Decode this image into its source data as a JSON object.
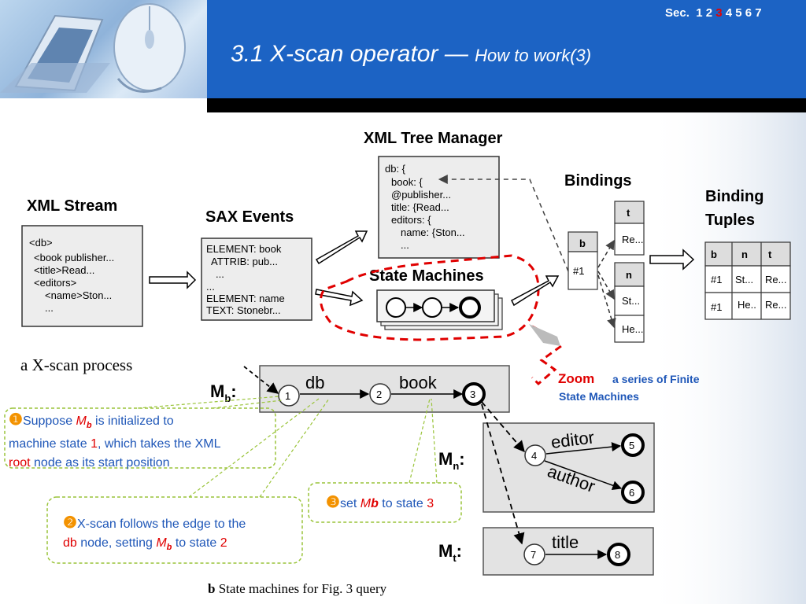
{
  "header": {
    "title_main": "3.1 X-scan operator —",
    "title_sub": "How to work(3)",
    "sec_prefix": "Sec.",
    "sec_before": "1 2",
    "sec_current": "3",
    "sec_after": "4 5 6 7"
  },
  "figure_a": {
    "stream_title": "XML Stream",
    "stream_lines": [
      "<db>",
      "<book publisher...",
      "<title>Read...",
      "<editors>",
      "<name>Ston...",
      "..."
    ],
    "sax_title": "SAX Events",
    "sax_lines": [
      "ELEMENT: book",
      "ATTRIB: pub...",
      "...",
      "...",
      "ELEMENT: name",
      "TEXT: Stonebr..."
    ],
    "tree_title": "XML Tree Manager",
    "tree_lines": [
      "db: {",
      "book: {",
      "@publisher...",
      "title: {Read...",
      "editors: {",
      "name: {Ston...",
      "..."
    ],
    "sm_title": "State Machines",
    "bindings_title": "Bindings",
    "bindings_b": [
      "b",
      "#1"
    ],
    "bindings_t": [
      "t",
      "Re..."
    ],
    "bindings_n": [
      "n",
      "St...",
      "He..."
    ],
    "tuples_title_1": "Binding",
    "tuples_title_2": "Tuples",
    "tuples_header": [
      "b",
      "n",
      "t"
    ],
    "tuples_rows": [
      [
        "#1",
        "St...",
        "Re..."
      ],
      [
        "#1",
        "He..",
        "Re..."
      ]
    ],
    "caption": "a X-scan process"
  },
  "zoom": {
    "word": "Zoom",
    "rest_1": "a series of Finite",
    "rest_2": "State Machines"
  },
  "figure_b": {
    "mb_label": "M",
    "mb_sub": "b",
    "mn_label": "M",
    "mn_sub": "n",
    "mt_label": "M",
    "mt_sub": "t",
    "edge_db": "db",
    "edge_book": "book",
    "edge_editor": "editor",
    "edge_author": "author",
    "edge_title": "title",
    "states": [
      "1",
      "2",
      "3",
      "4",
      "5",
      "6",
      "7",
      "8"
    ],
    "caption_bold": "b",
    "caption_rest": "State machines for Fig. 3 query"
  },
  "annotations": {
    "a1": {
      "num": "❶",
      "t1": "Suppose ",
      "m": "M",
      "msub": "b",
      "t2": " is initialized to",
      "t3": "machine state ",
      "v1": "1",
      "t4": ", which takes the XML",
      "root": "root",
      "t5": " node as its start position"
    },
    "a2": {
      "num": "❷",
      "t1": "X-scan follows the edge to the",
      "db": "db",
      "t2": " node, setting ",
      "m": "M",
      "msub": "b",
      "t3": " to state ",
      "v": "2"
    },
    "a3": {
      "num": "❸",
      "t1": "set ",
      "m": "M",
      "msub": "b",
      "t2": " to state ",
      "v": "3"
    }
  },
  "colors": {
    "header_blue": "#1c63c4",
    "highlight_red": "#e00000",
    "annotation_blue": "#1f57b8",
    "callout_green": "#9ac43a",
    "number_orange": "#f39200"
  }
}
